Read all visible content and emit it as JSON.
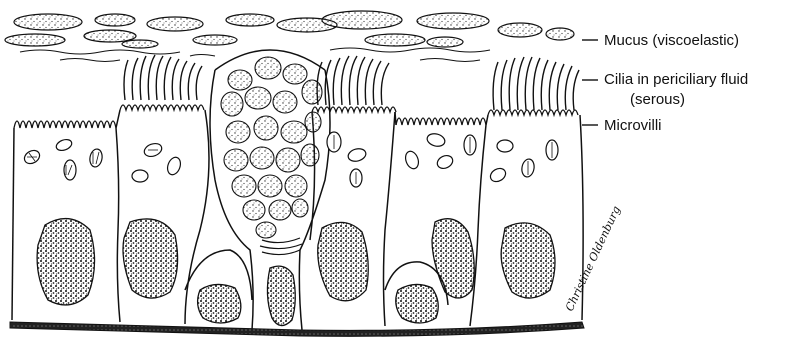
{
  "diagram": {
    "labels": {
      "mucus": "Mucus (viscoelastic)",
      "cilia_line1": "Cilia in periciliary fluid",
      "cilia_line2": "(serous)",
      "microvilli": "Microvilli"
    },
    "signature": "Christine Oldenburg",
    "colors": {
      "ink": "#111111",
      "paper": "#ffffff",
      "stipple": "#333333"
    }
  }
}
